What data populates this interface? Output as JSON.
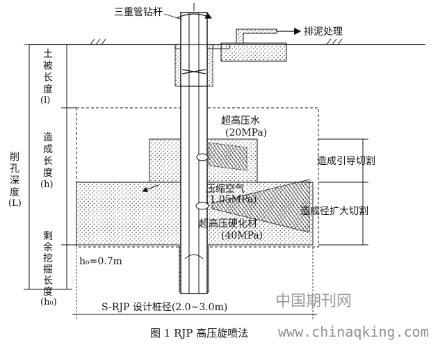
{
  "labels": {
    "drill_pipe": "三重管钻杆",
    "mud_discharge": "排泥处理",
    "soil_length": [
      "土",
      "被",
      "长",
      "度",
      "(l)"
    ],
    "formed_length": [
      "造",
      "成",
      "长",
      "度",
      "(h)"
    ],
    "bore_depth": [
      "削",
      "孔",
      "深",
      "度",
      "(L)"
    ],
    "remain_length": [
      "剩",
      "余",
      "挖",
      "掘",
      "长",
      "度",
      "(h₀)"
    ],
    "h0_value": "h₀=0.7m",
    "hp_water": "超高压水",
    "hp_water_pressure": "(20MPa)",
    "air": "压缩空气",
    "air_pressure": "(1.05MPa)",
    "hardener": "超高压硬化材",
    "hardener_pressure": "(40MPa)",
    "guide_cut": "造成引导切割",
    "expand_cut": "造成径扩大切割",
    "pile_diameter": "S-RJP 设计桩径(2.0~3.0m)"
  },
  "caption": "图 1 RJP 高压旋喷法",
  "watermark": {
    "cn": "中国期刊网",
    "url": "www.chinaqking.com"
  },
  "colors": {
    "line": "#111111",
    "stipple": "#555555",
    "watermark": "#999999"
  }
}
